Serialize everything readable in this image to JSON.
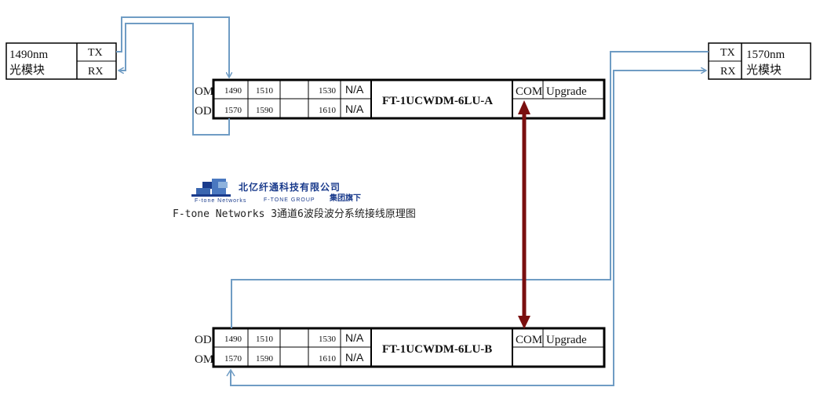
{
  "left_module": {
    "wavelength": "1490nm",
    "name": "光模块",
    "tx": "TX",
    "rx": "RX"
  },
  "right_module": {
    "wavelength": "1570nm",
    "name": "光模块",
    "tx": "TX",
    "rx": "RX"
  },
  "unit_a": {
    "model": "FT-1UCWDM-6LU-A",
    "row1_label": "OM",
    "row2_label": "OD",
    "ch_row1": [
      "1490",
      "1510",
      "",
      "1530",
      "N/A"
    ],
    "ch_row2": [
      "1570",
      "1590",
      "",
      "1610",
      "N/A"
    ],
    "com": "COM",
    "upgrade": "Upgrade"
  },
  "unit_b": {
    "model": "FT-1UCWDM-6LU-B",
    "row1_label": "OD",
    "row2_label": "OM",
    "ch_row1": [
      "1490",
      "1510",
      "",
      "1530",
      "N/A"
    ],
    "ch_row2": [
      "1570",
      "1590",
      "",
      "1610",
      "N/A"
    ],
    "com": "COM",
    "upgrade": "Upgrade"
  },
  "logo": {
    "company_cn": "北亿纤通科技有限公司",
    "brand_en": "F-tone Networks",
    "group_en": "F-TONE GROUP",
    "group_cn": "集团旗下"
  },
  "caption": "F-tone Networks 3通道6波段波分系统接线原理图",
  "colors": {
    "fiber": "#6f9cc4",
    "link": "#7a0f0f",
    "border": "#000000"
  }
}
